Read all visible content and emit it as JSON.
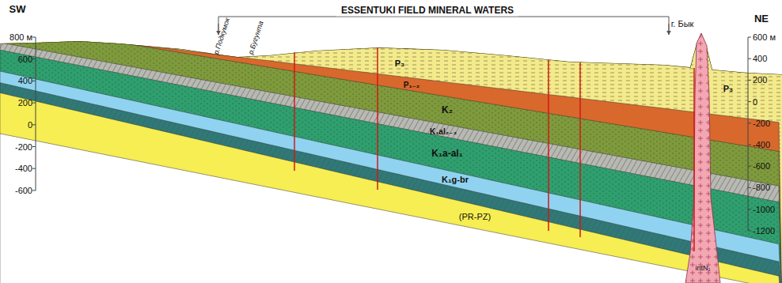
{
  "diagram": {
    "title": "ESSENTUKI FIELD MINERAL WATERS",
    "labels": [
      "SW",
      "NE",
      "800 м",
      "600",
      "400",
      "200",
      "0",
      "-200",
      "-400",
      "-600",
      "600 м",
      "400",
      "200",
      "0",
      "-200",
      "-400",
      "-600",
      "-800",
      "-1000",
      "-1200",
      "р.Подкумок",
      "р.Бугунта",
      "г. Бык",
      "P₃",
      "P₁₋₂",
      "K₂",
      "K₁al₂₋₃",
      "K₁a-al₁",
      "K₁g-br",
      "(PR-PZ)",
      "P₃",
      "intN₁"
    ]
  }
}
